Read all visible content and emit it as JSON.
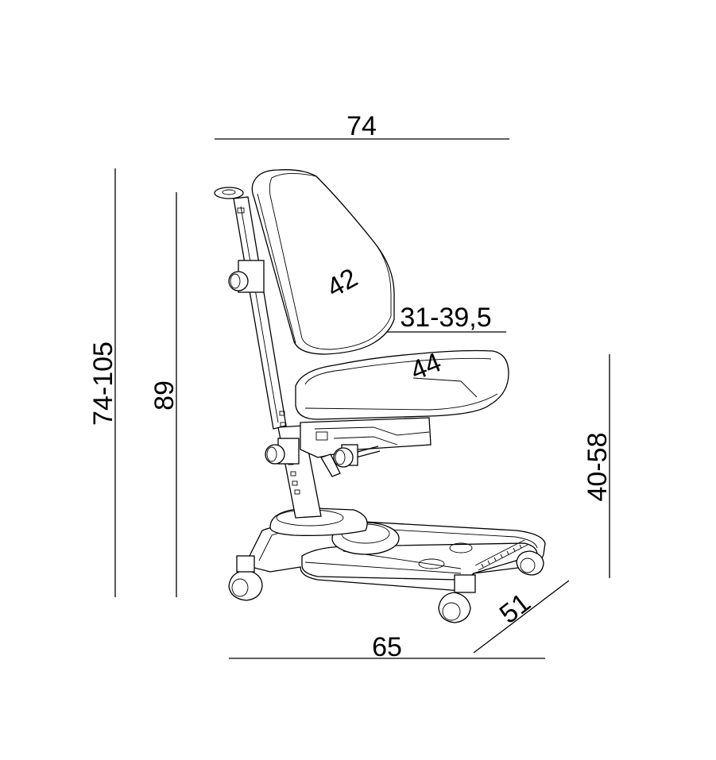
{
  "dimensions": {
    "overall_width": "74",
    "total_height": "74-105",
    "backrest_height": "89",
    "backrest_width": "42",
    "seat_depth": "31-39,5",
    "seat_width": "44",
    "seat_height": "40-58",
    "base_length": "65",
    "base_width": "51"
  }
}
